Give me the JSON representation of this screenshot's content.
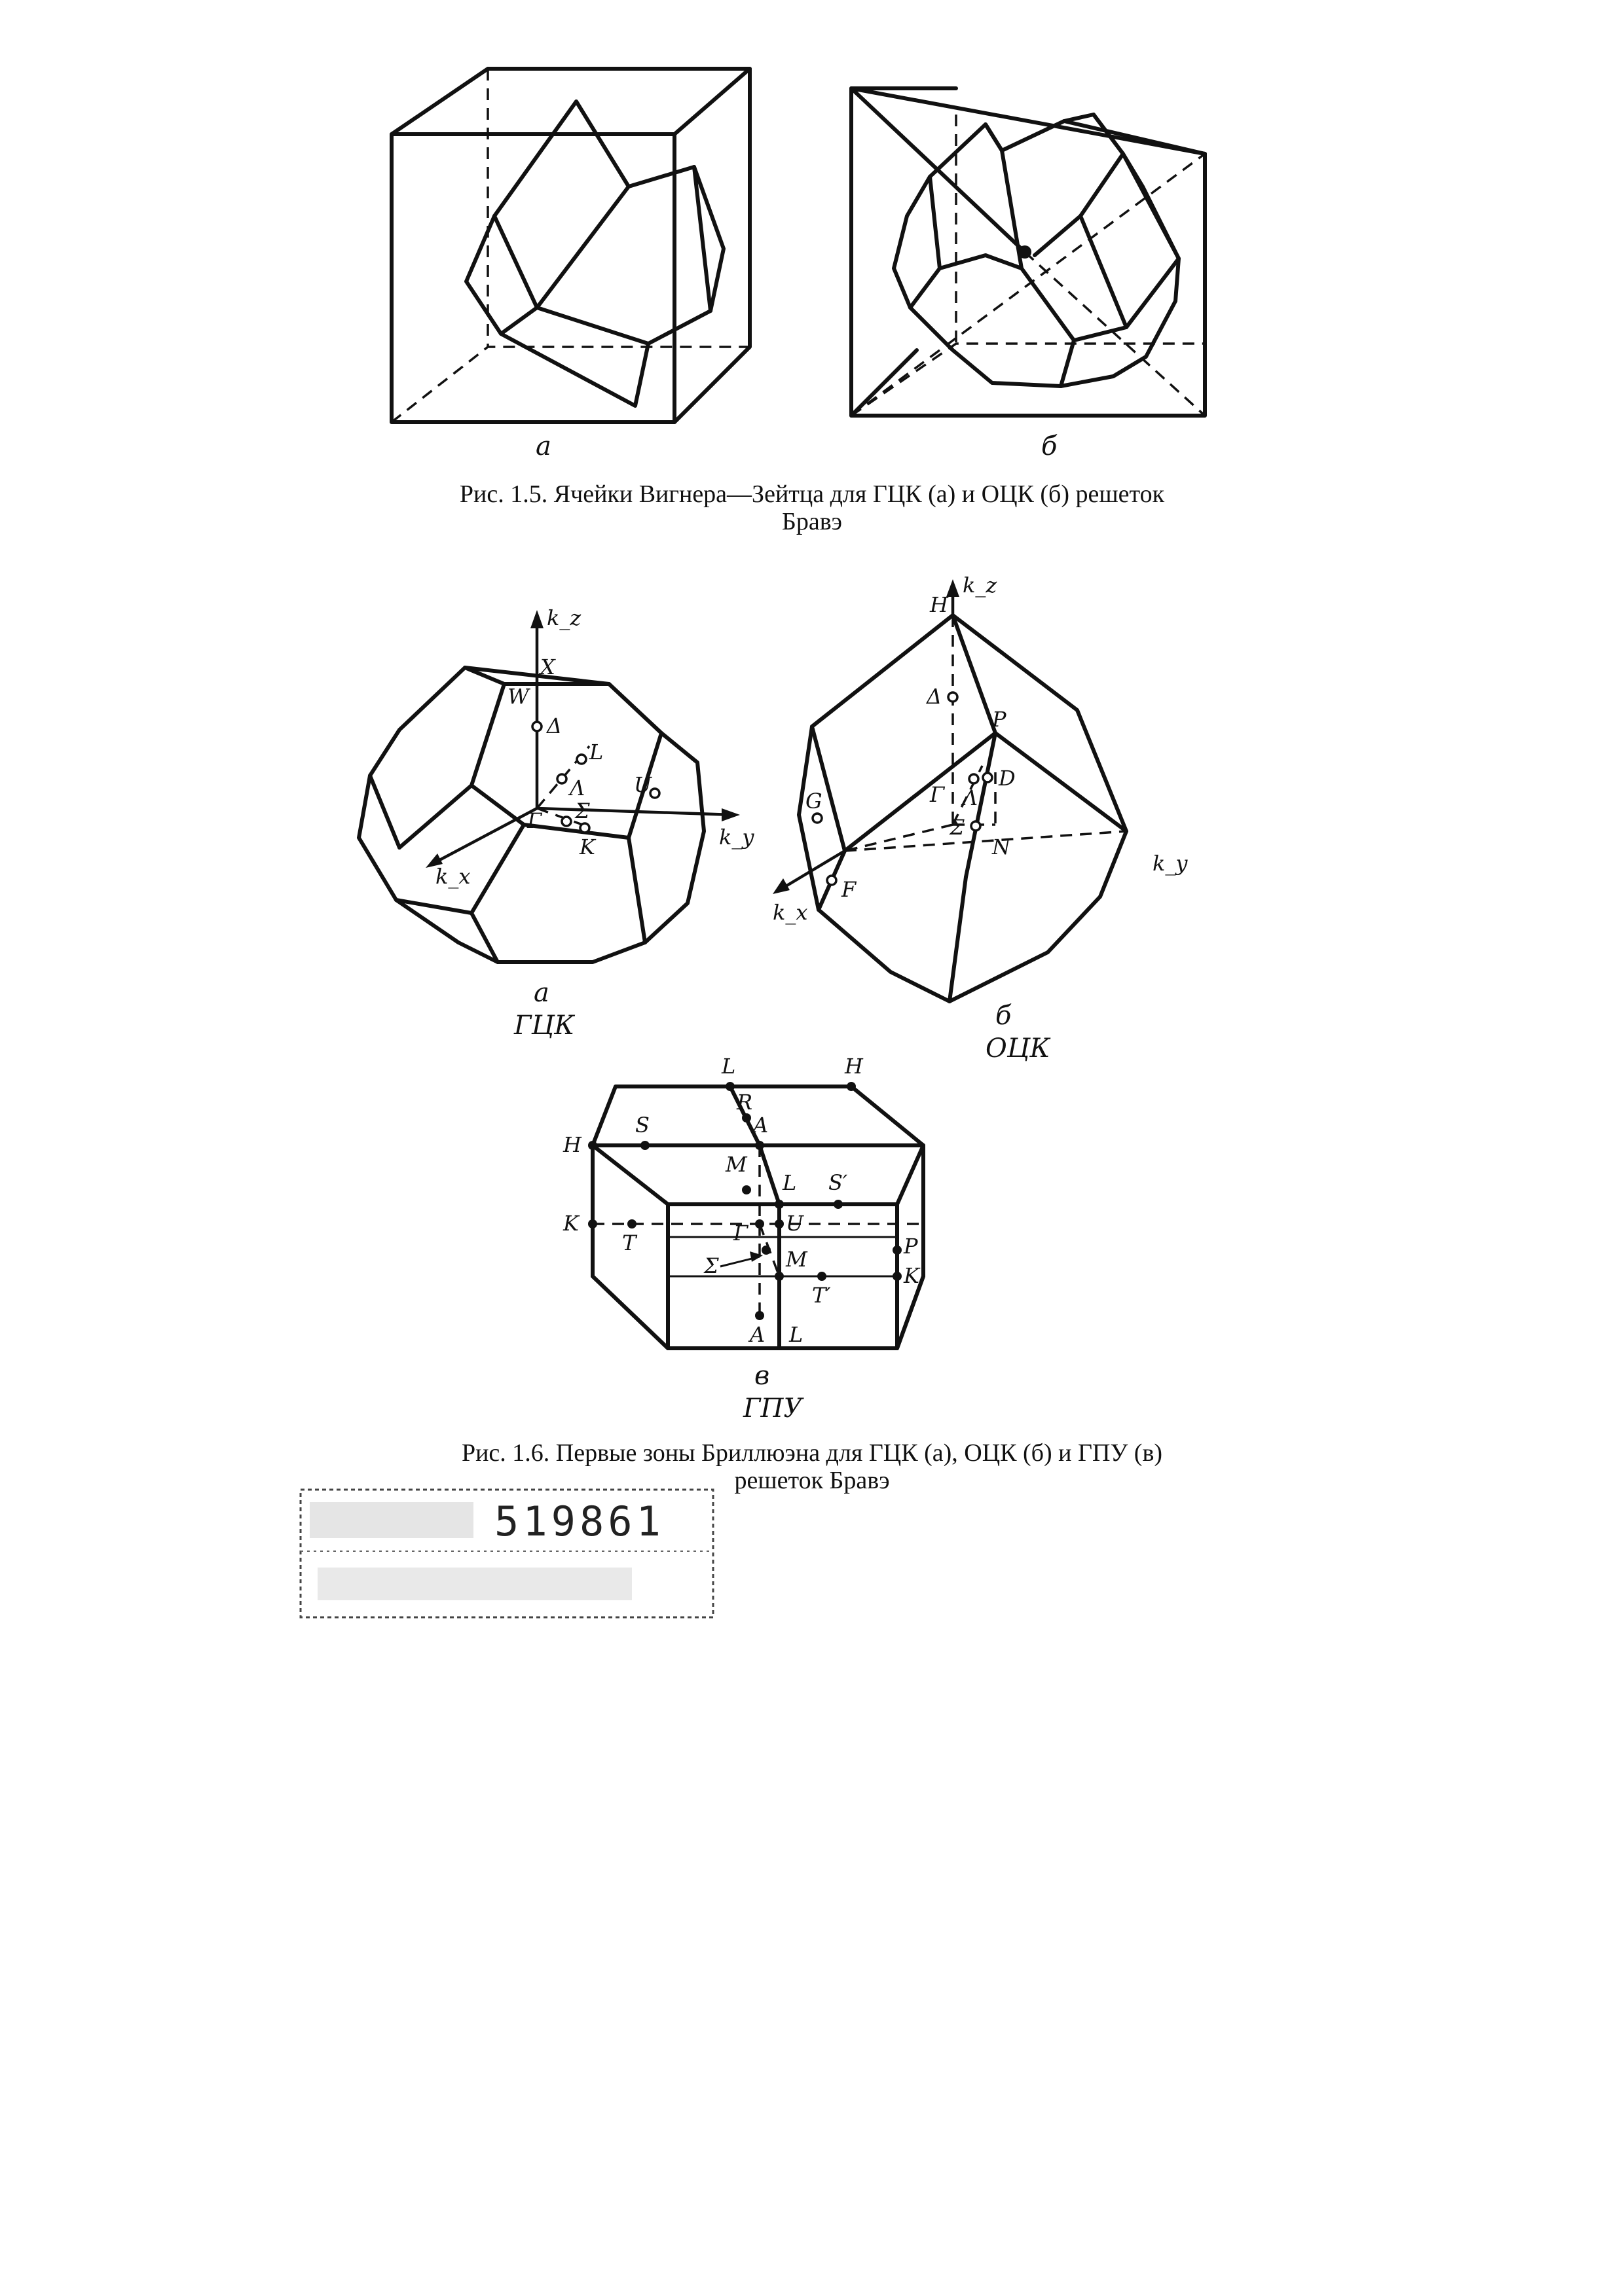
{
  "figure_1_5": {
    "sub_a": "а",
    "sub_b": "б",
    "caption_line1": "Рис. 1.5. Ячейки Вигнера—Зейтца для ГЦК (а) и ОЦК (б) решеток",
    "caption_line2": "Бравэ"
  },
  "figure_1_6": {
    "fcc": {
      "labels": [
        "k_z",
        "X",
        "W",
        "Δ",
        "L",
        "Λ",
        "U",
        "Γ",
        "Σ",
        "K",
        "k_y",
        "k_x"
      ],
      "sub": "а",
      "lattice": "ГЦК"
    },
    "bcc": {
      "labels": [
        "k_z",
        "H",
        "Δ",
        "P",
        "D",
        "Γ",
        "Λ",
        "G",
        "Σ",
        "N",
        "F",
        "k_x",
        "k_y"
      ],
      "sub": "б",
      "lattice": "ОЦК"
    },
    "hcp": {
      "labels": [
        "L",
        "H",
        "R",
        "A",
        "S",
        "H",
        "M",
        "L",
        "S′",
        "K",
        "T",
        "Γ",
        "U",
        "Σ",
        "M",
        "P",
        "K",
        "T′",
        "A",
        "L"
      ],
      "sub": "в",
      "lattice": "ГПУ"
    },
    "caption_line1": "Рис. 1.6. Первые зоны Бриллюэна для ГЦК (а), ОЦК (б) и ГПУ (в)",
    "caption_line2": "решеток Бравэ"
  },
  "stamp": {
    "number": "519861"
  }
}
